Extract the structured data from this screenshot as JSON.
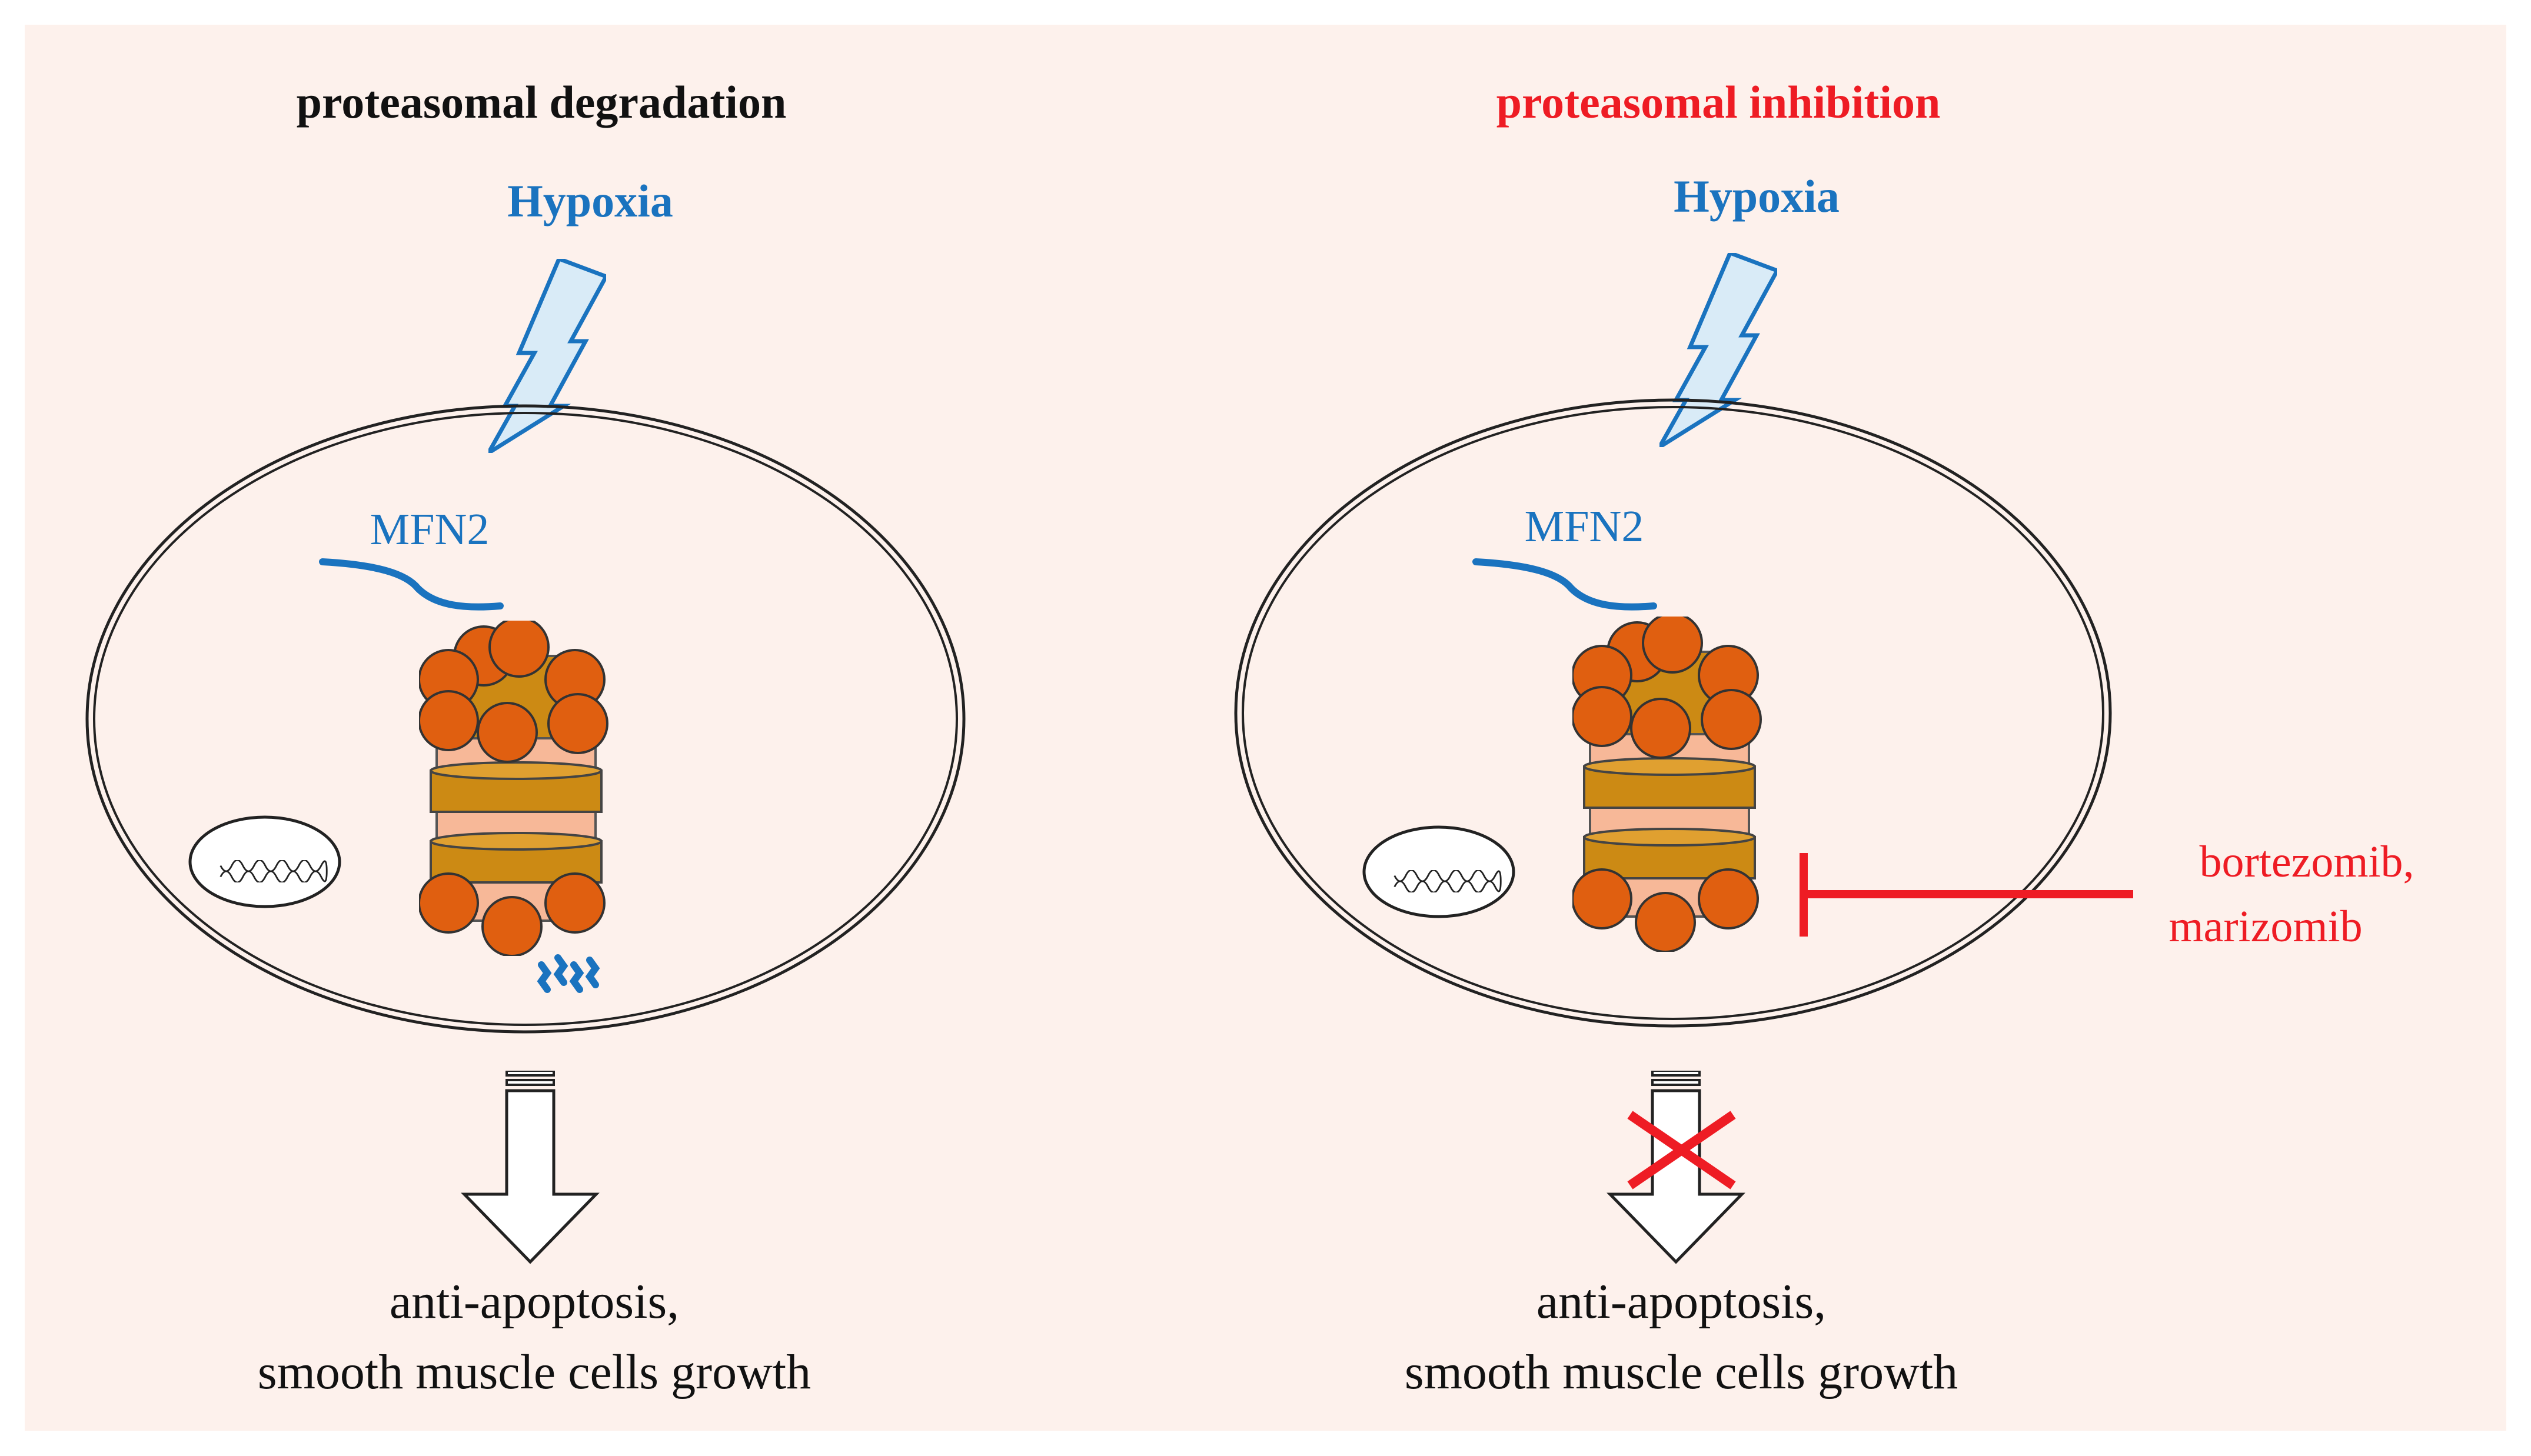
{
  "colors": {
    "background": "#fdf1ec",
    "hypoxia_blue": "#1a73bf",
    "bolt_fill": "#d9ebf7",
    "inhibitor_red": "#ee1c24",
    "subunit_orange": "#e05f10",
    "ring_gold": "#cc8a14",
    "core_peach": "#f7b898",
    "text_black": "#111111"
  },
  "left_panel": {
    "title": "proteasomal degradation",
    "stimulus": "Hypoxia",
    "protein": "MFN2",
    "outcome_line1": "anti-apoptosis,",
    "outcome_line2": "smooth muscle cells growth"
  },
  "right_panel": {
    "title": "proteasomal inhibition",
    "stimulus": "Hypoxia",
    "protein": "MFN2",
    "inhibitor_line1": "bortezomib,",
    "inhibitor_line2": "marizomib",
    "outcome_line1": "anti-apoptosis,",
    "outcome_line2": "smooth muscle cells growth"
  }
}
